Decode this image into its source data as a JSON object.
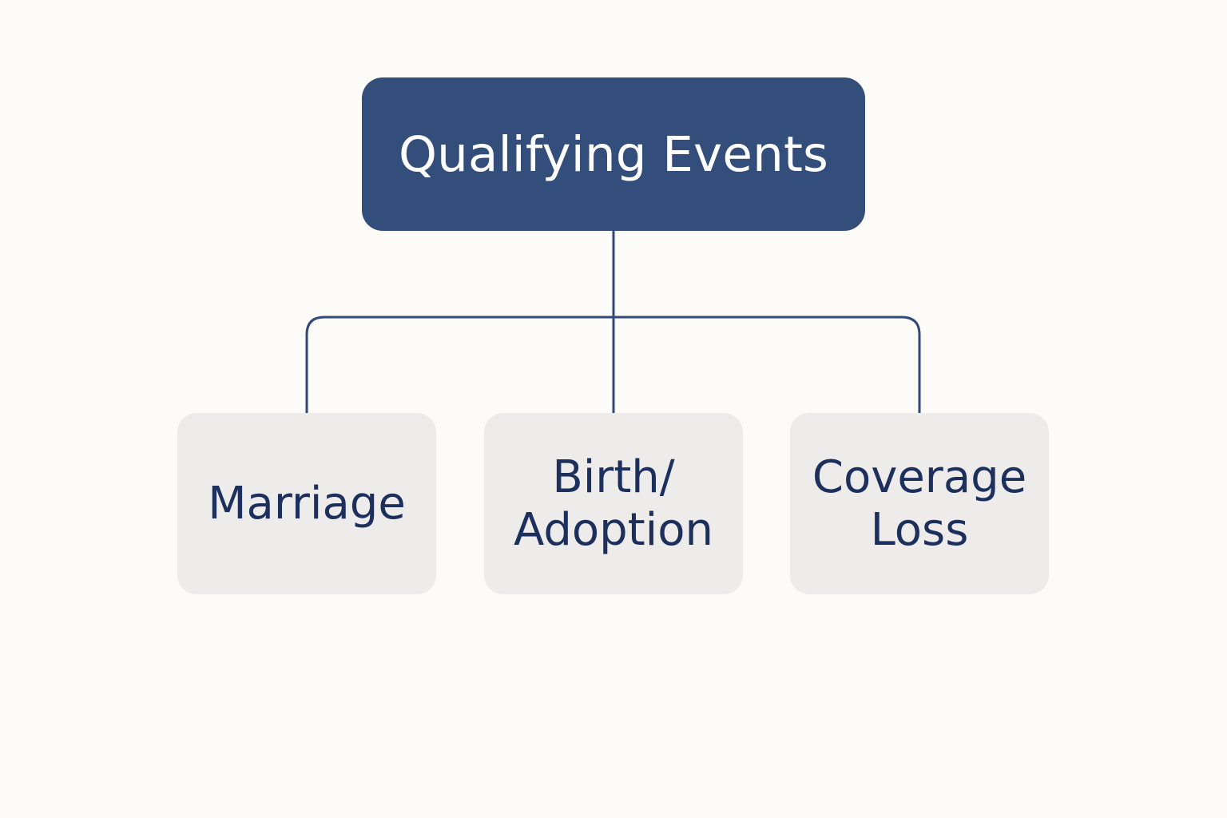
{
  "diagram": {
    "root": {
      "label": "Qualifying Events"
    },
    "children": [
      {
        "lines": [
          "Marriage"
        ]
      },
      {
        "lines": [
          "Birth/",
          "Adoption"
        ]
      },
      {
        "lines": [
          "Coverage",
          "Loss"
        ]
      }
    ]
  },
  "colors": {
    "root_fill": "#344e7b",
    "child_fill": "#edecea",
    "connector": "#2f4a7a",
    "child_text": "#1c2f5d",
    "background": "#fcfbf8"
  }
}
